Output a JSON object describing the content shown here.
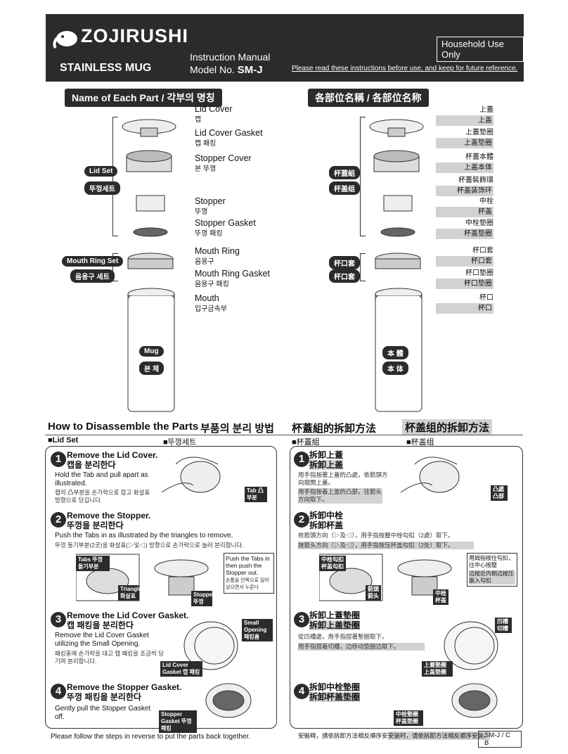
{
  "header": {
    "brand": "ZOJIRUSHI",
    "product": "STAINLESS MUG",
    "manual": "Instruction Manual",
    "model_prefix": "Model No.",
    "model": "SM-J",
    "household": "Household Use Only",
    "read_note": "Please read these instructions before use, and keep for future reference."
  },
  "parts_section": {
    "title_en": "Name of Each Part / 각부의 명칭",
    "title_cn": "各部位名稱 / 各部位名称",
    "parts": [
      {
        "en": "Lid Cover",
        "ko": "캡",
        "tw": "上蓋",
        "cn": "上盖"
      },
      {
        "en": "Lid Cover Gasket",
        "ko": "캡 패킹",
        "tw": "上蓋墊圈",
        "cn": "上盖垫圈"
      },
      {
        "en": "Stopper Cover",
        "ko": "본 뚜껑",
        "tw": "杯蓋本體",
        "cn": "上盖本体"
      },
      {
        "en": "",
        "ko": "",
        "tw": "杯蓋裝飾環",
        "cn": "杯盖装饰环"
      },
      {
        "en": "Stopper",
        "ko": "뚜껑",
        "tw": "中栓",
        "cn": "杯盖"
      },
      {
        "en": "Stopper Gasket",
        "ko": "뚜껑 패킹",
        "tw": "中栓墊圈",
        "cn": "杯盖垫圈"
      },
      {
        "en": "Mouth Ring",
        "ko": "음용구",
        "tw": "杯口套",
        "cn": "杯口套"
      },
      {
        "en": "Mouth Ring Gasket",
        "ko": "음용구 패킹",
        "tw": "杯口墊圈",
        "cn": "杯口垫圈"
      },
      {
        "en": "Mouth",
        "ko": "입구금속부",
        "tw": "杯口",
        "cn": "杯口"
      }
    ],
    "groups_left": {
      "lid_set_en": "Lid Set",
      "lid_set_ko": "뚜껑세트",
      "mouth_en": "Mouth Ring Set",
      "mouth_ko": "음용구 세트",
      "mug_en": "Mug",
      "mug_ko": "본 체"
    },
    "groups_right": {
      "lid_tw": "杯蓋組",
      "lid_cn": "杯盖组",
      "mouth_tw": "杯口套",
      "mouth_cn": "杯口套",
      "mug_tw": "本 體",
      "mug_cn": "本 体"
    }
  },
  "disassemble": {
    "title_en": "How to Disassemble the Parts",
    "title_ko": "부품의 분리 방법",
    "title_tw": "杯蓋組的拆卸方法",
    "title_cn": "杯盖组的拆卸方法",
    "lidset_en": "■Lid Set",
    "lidset_ko": "■뚜껑세트",
    "lidset_tw": "■杯蓋組",
    "lidset_cn": "■杯盖组",
    "left_steps": [
      {
        "num": "1",
        "title": "Remove the Lid Cover.",
        "title_ko": "캡을 분리한다",
        "body": "Hold the Tab and pull apart as illustrated.",
        "sub": "캡의 凸부분을 손가락으로 잡고 화살표 방향으로 당깁니다.",
        "tag": "Tab 凸부분"
      },
      {
        "num": "2",
        "title": "Remove the Stopper.",
        "title_ko": "뚜껑을 분리한다",
        "body": "Push the Tabs in as illustrated by the triangles to remove.",
        "sub": "뚜껑 돌기부분(2곳)을 화살표(▷및◁) 방향으로 손가락으로 눌러 분리합니다.",
        "tag_tabs": "Tabs 뚜껑 돌기부분",
        "tag_tri": "Triangles 화살표",
        "tag_stopper": "Stopper 뚜껑",
        "callout": "Push the Tabs in then push the Stopper out.",
        "callout_ko": "손톱을 안쪽으로 밀어 넣으면서 누른다"
      },
      {
        "num": "3",
        "title": "Remove the Lid Cover Gasket.",
        "title_ko": "캡 패킹을 분리한다",
        "body": "Remove the Lid Cover Gasket utilizing the Small Opening.",
        "sub": "패킹홈에 손가락을 대고 캡 패킹을 조금씩 당기며 분리합니다.",
        "tag_open": "Small Opening 패킹홈",
        "tag_gasket": "Lid Cover Gasket 캡 패킹"
      },
      {
        "num": "4",
        "title": "Remove the Stopper Gasket.",
        "title_ko": "뚜껑 패킹을 분리한다",
        "body": "Gently pull the Stopper Gasket off.",
        "sub": "",
        "tag": "Stopper Gasket 뚜껑 패킹"
      }
    ],
    "right_steps": [
      {
        "num": "1",
        "tw": "拆卸上蓋",
        "cn": "拆卸上盖",
        "body_tw": "用手指按著上蓋的凸處，依箭頭方向撥開上蓋。",
        "body_cn": "用手指按着上盖的凸部，往箭头方向取下。",
        "tag": "凸處 凸部"
      },
      {
        "num": "2",
        "tw": "拆卸中栓",
        "cn": "拆卸杯盖",
        "body_tw": "依箭頭方向（▷及◁），用手指按壓中栓勾扣（2處）取下。",
        "body_cn": "按箭头方向（▷及◁），用手指按压杯盖勾扣（2处）取下。",
        "tag1": "中栓勾扣 杯盖勾扣",
        "tag2": "箭頭 箭头",
        "tag3": "中栓 杯盖",
        "callout_tw": "用姆指按住勾扣，往中心按壓",
        "callout_cn": "边按近内侧边按压嵌入勾扣"
      },
      {
        "num": "3",
        "tw": "拆卸上蓋墊圈",
        "cn": "拆卸上盖垫圈",
        "body_tw": "從凹槽處，用手指捏著墊圈取下。",
        "body_cn": "用手指捏着切槽，边移动垫圈边取下。",
        "tag1": "凹槽 切槽",
        "tag2": "上蓋墊圈 上盖垫圈"
      },
      {
        "num": "4",
        "tw": "拆卸中栓墊圈",
        "cn": "拆卸杯盖垫圈",
        "tag": "中栓墊圈 杯盖垫圈"
      }
    ],
    "footer_en": "Please follow the steps in reverse to put the parts back together.",
    "footer_tw": "安裝時，請依拆卸方法相反順序安裝。",
    "footer_cn": "安装时，请依拆卸方法相反顺序安装。",
    "code": "SM-J / C B"
  }
}
